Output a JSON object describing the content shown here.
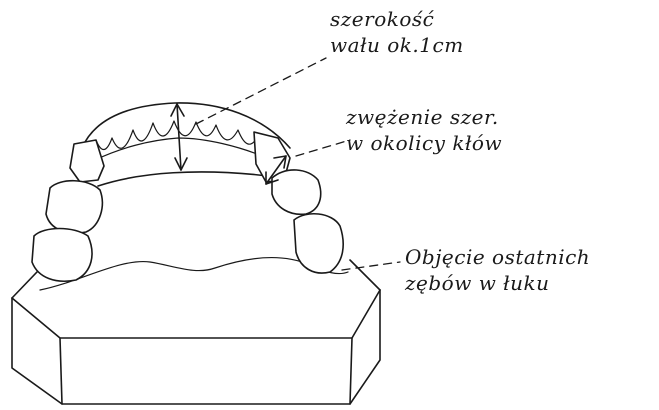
{
  "diagram": {
    "annotations": [
      {
        "id": "rim-width",
        "lines": [
          "szerokość",
          "wału ok.1cm"
        ]
      },
      {
        "id": "canine-narrowing",
        "lines": [
          "zwężenie szer.",
          "w okolicy kłów"
        ]
      },
      {
        "id": "last-teeth",
        "lines": [
          "Objęcie ostatnich",
          "zębów w łuku"
        ]
      }
    ]
  }
}
